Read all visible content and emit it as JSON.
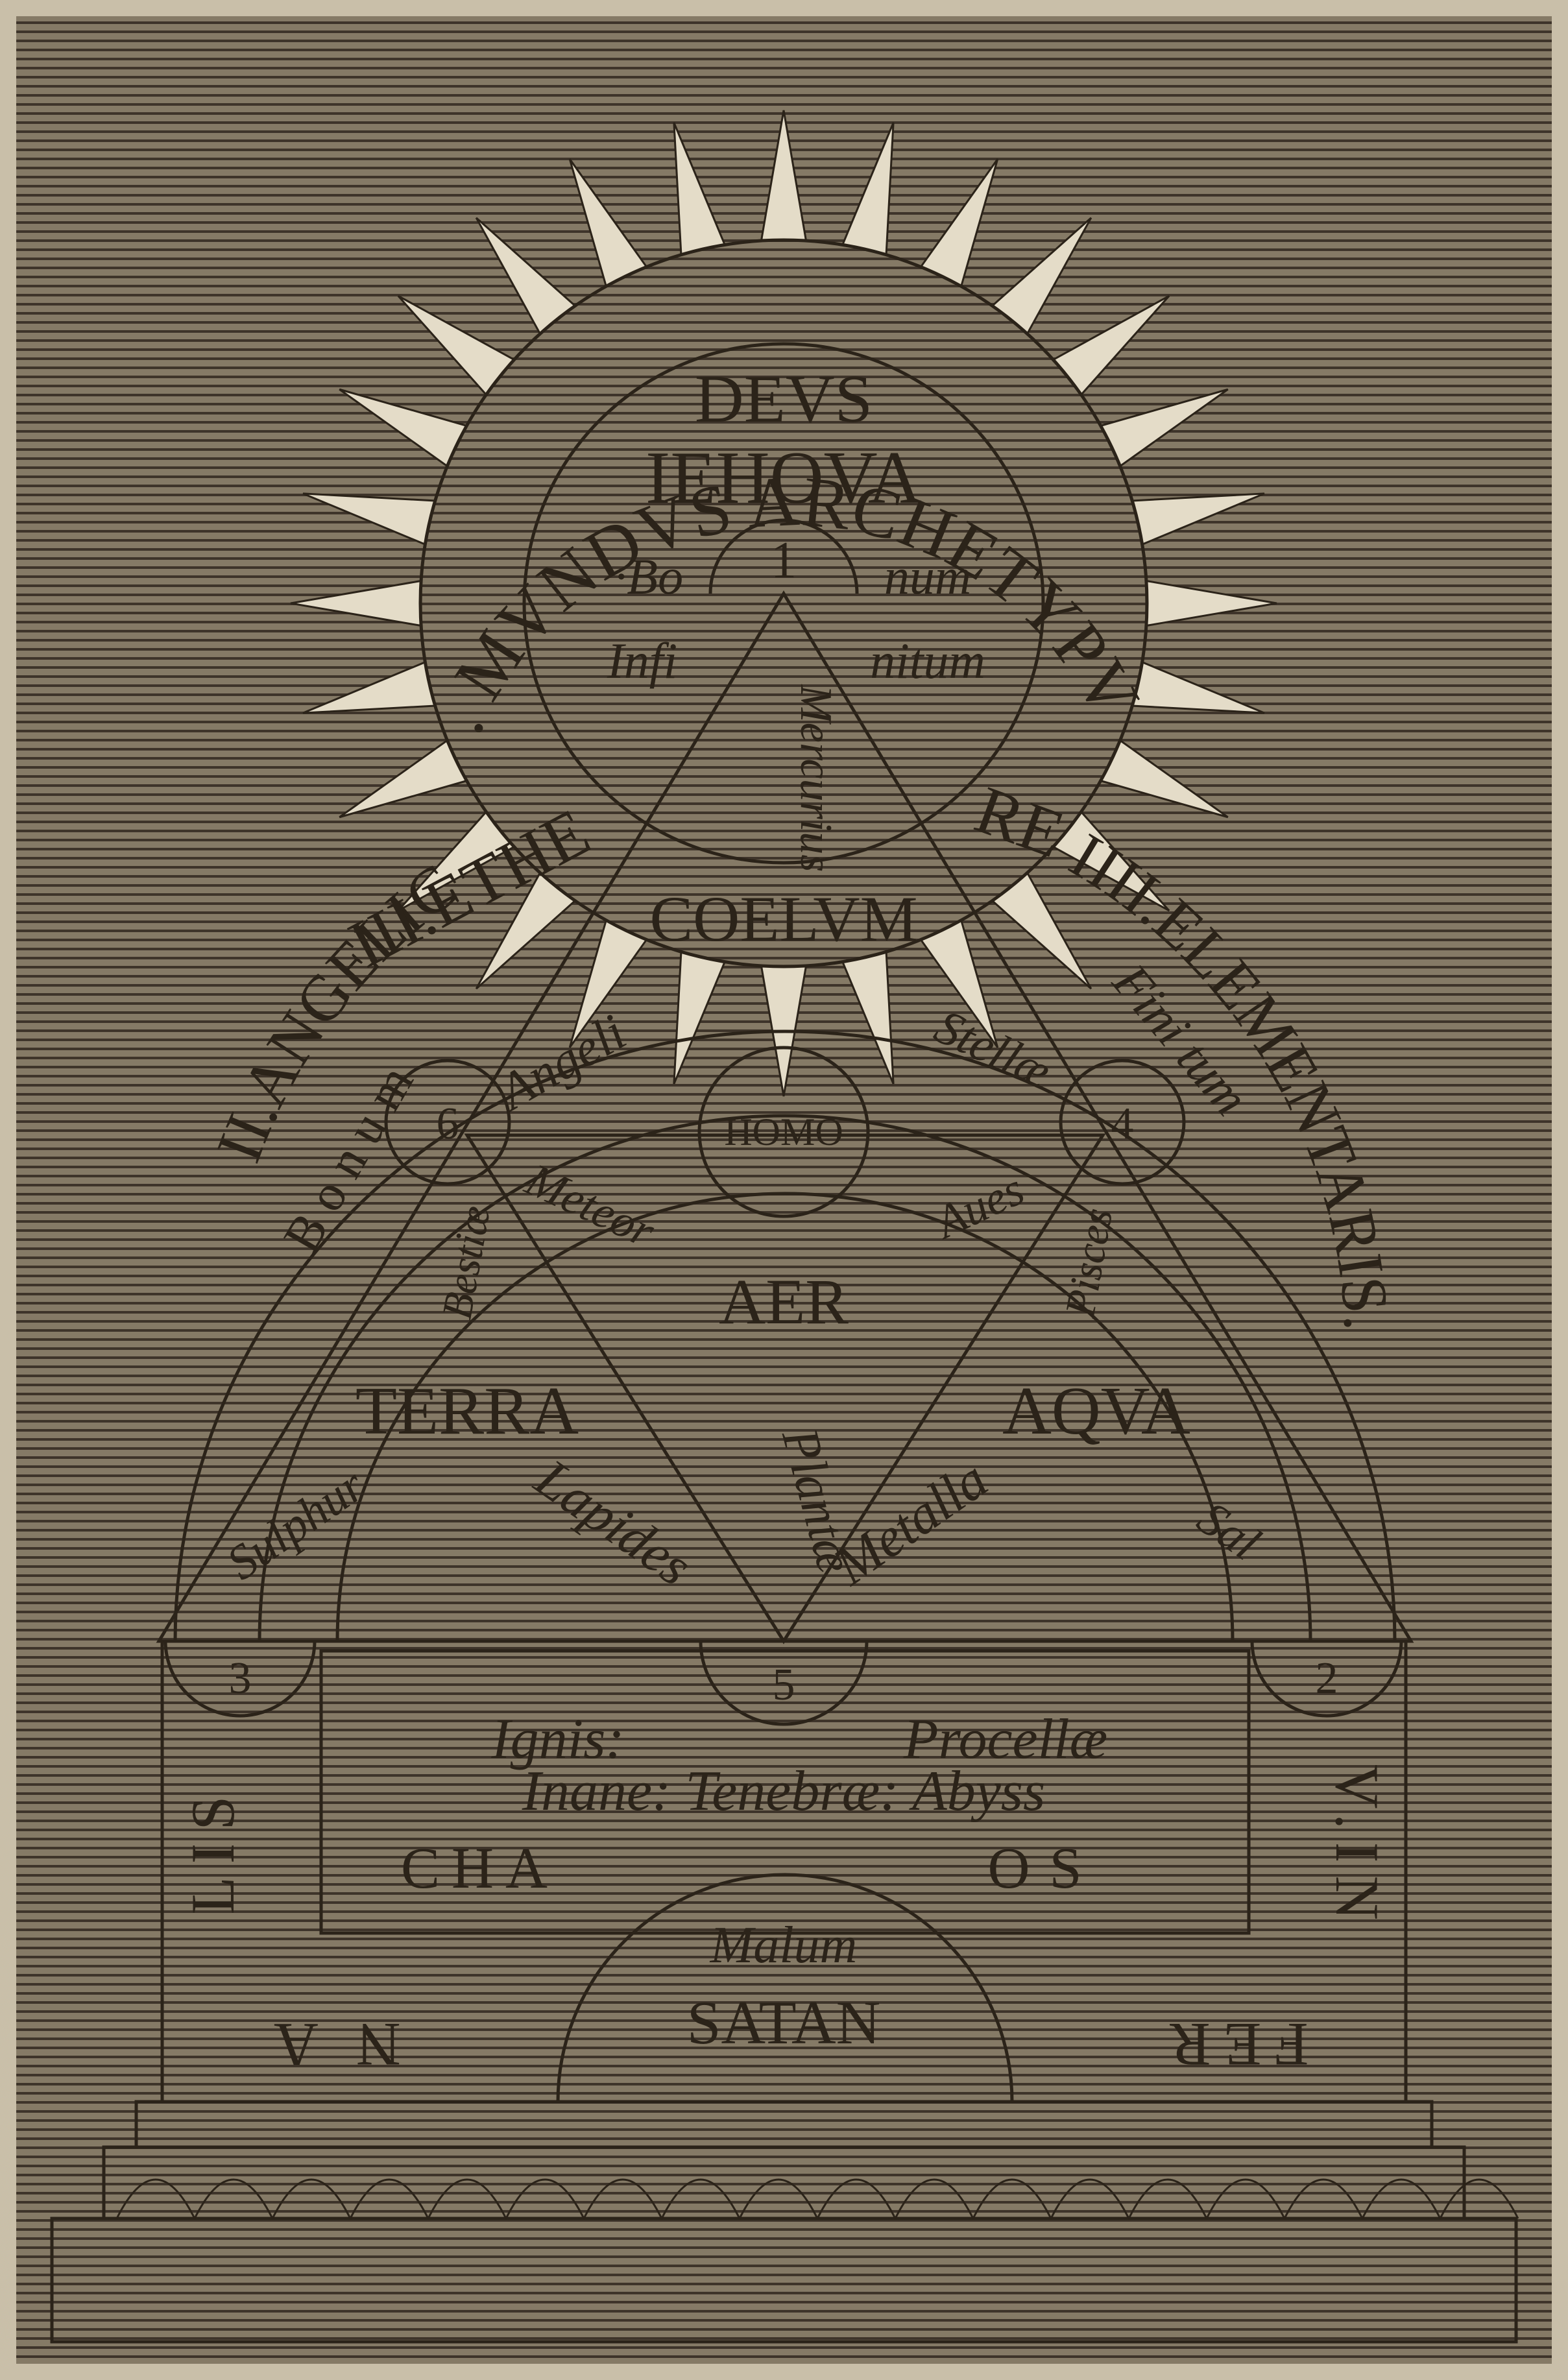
{
  "archetypal_world": {
    "arc_label": "I. MVNDVS ARCHETYPVS",
    "title": "DEVS",
    "name": "IEHOVA",
    "apex_number": "1",
    "bonum_left": "·Bo",
    "bonum_right": "num",
    "infinitum_left": "Infi",
    "infinitum_right": "nitum"
  },
  "outer_arc": {
    "left_top": "ETHE",
    "right_top": "RE",
    "angelic": "II.ANGELIC",
    "aethere": "III.ETHE",
    "elementaris": "IIII.ELEMENTARIS.",
    "bonum": "B o n u m",
    "finitum": "Fini tum"
  },
  "triangle_labels": {
    "mercurius": "Mercurius",
    "coelum": "COELVM",
    "angeli": "Angeli",
    "stellae": "Stellæ",
    "homo": "HOMO",
    "meteor": "Meteor",
    "aves": "Aues",
    "bestiae": "Bestiæ",
    "pisces": "Pisces",
    "aer": "AER",
    "terra": "TERRA",
    "aqua": "AQVA",
    "plantae": "Plantæ",
    "lapides": "Lapides",
    "metalla": "Metalla",
    "sulphur": "Sulphur",
    "sal": "Sal"
  },
  "corner_numbers": {
    "n2": "2",
    "n3": "3",
    "n4": "4",
    "n5": "5",
    "n6": "6"
  },
  "chaos_box": {
    "line1_left": "Ignis:",
    "line1_right": "Procellæ",
    "line2": "Inane: Tenebræ: Abyss",
    "line3_left": "CHA",
    "line3_right": "OS"
  },
  "infernal": {
    "left_vertical": "LIS",
    "left_bottom": "N A",
    "right_vertical": "V.IN",
    "right_bottom": "FER",
    "malum": "Malum",
    "satan": "SATAN"
  },
  "colors": {
    "ink": "#2b2319",
    "paper": "#e9e1cf",
    "ground": "#7a6f5c"
  }
}
